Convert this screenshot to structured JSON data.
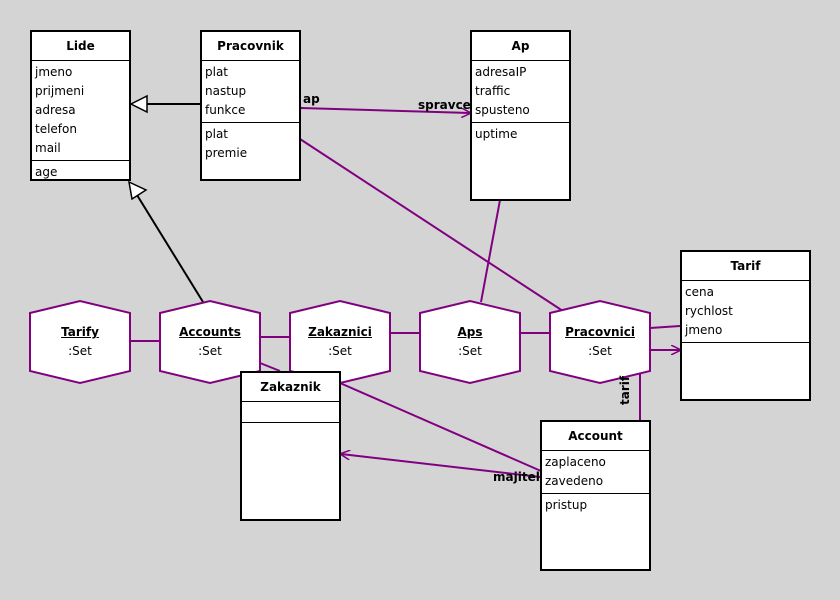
{
  "colors": {
    "background": "#d4d4d4",
    "association": "#800080",
    "inheritance": "#000000"
  },
  "classes": {
    "lide": {
      "name": "Lide",
      "attributes": [
        "jmeno",
        "prijmeni",
        "adresa",
        "telefon",
        "mail"
      ],
      "operations": [
        "age"
      ]
    },
    "pracovnik": {
      "name": "Pracovnik",
      "attributes": [
        "plat",
        "nastup",
        "funkce"
      ],
      "operations": [
        "plat",
        "premie"
      ]
    },
    "ap": {
      "name": "Ap",
      "attributes": [
        "adresaIP",
        "traffic",
        "spusteno"
      ],
      "operations": [
        "uptime"
      ]
    },
    "tarif": {
      "name": "Tarif",
      "attributes": [
        "cena",
        "rychlost",
        "jmeno"
      ],
      "operations": []
    },
    "zakaznik": {
      "name": "Zakaznik",
      "attributes": [],
      "operations": []
    },
    "account": {
      "name": "Account",
      "attributes": [
        "zaplaceno",
        "zavedeno"
      ],
      "operations": [
        "pristup"
      ]
    }
  },
  "sets": {
    "tarify": {
      "name": "Tarify",
      "type": ":Set"
    },
    "accounts": {
      "name": "Accounts",
      "type": ":Set"
    },
    "zakaznici": {
      "name": "Zakaznici",
      "type": ":Set"
    },
    "aps": {
      "name": "Aps",
      "type": ":Set"
    },
    "pracovnici": {
      "name": "Pracovnici",
      "type": ":Set"
    }
  },
  "roles": {
    "ap": "ap",
    "spravce": "spravce",
    "tarif": "tarif",
    "majitel": "majitel"
  }
}
